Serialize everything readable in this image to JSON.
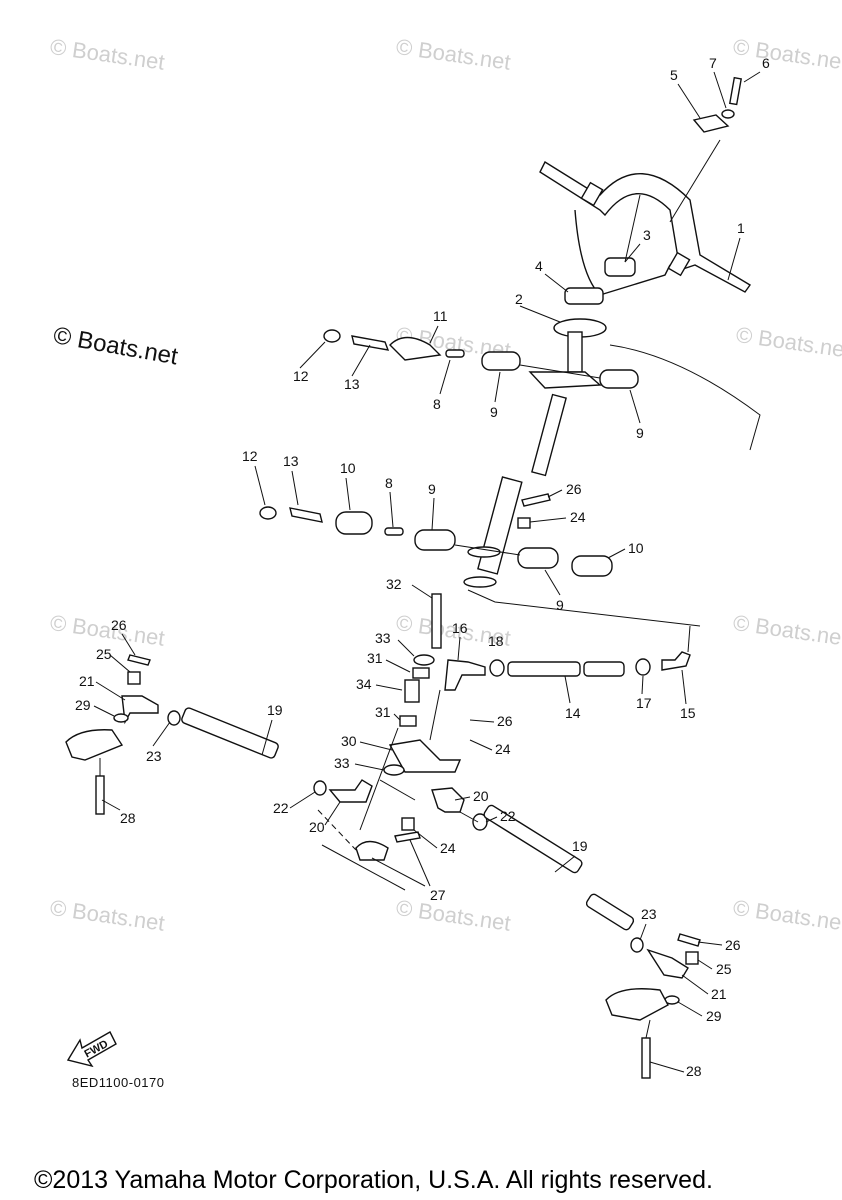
{
  "watermark": "© Boats.net",
  "callouts": [
    "1",
    "2",
    "3",
    "4",
    "5",
    "6",
    "7",
    "8",
    "9",
    "10",
    "11",
    "12",
    "13",
    "14",
    "15",
    "16",
    "17",
    "18",
    "19",
    "20",
    "21",
    "22",
    "23",
    "24",
    "25",
    "26",
    "27",
    "28",
    "29",
    "30",
    "31",
    "32",
    "33",
    "34"
  ],
  "fwd_label": "FWD",
  "diagram_code": "8ED1100-0170",
  "copyright": "©2013 Yamaha Motor Corporation, U.S.A. All rights reserved."
}
